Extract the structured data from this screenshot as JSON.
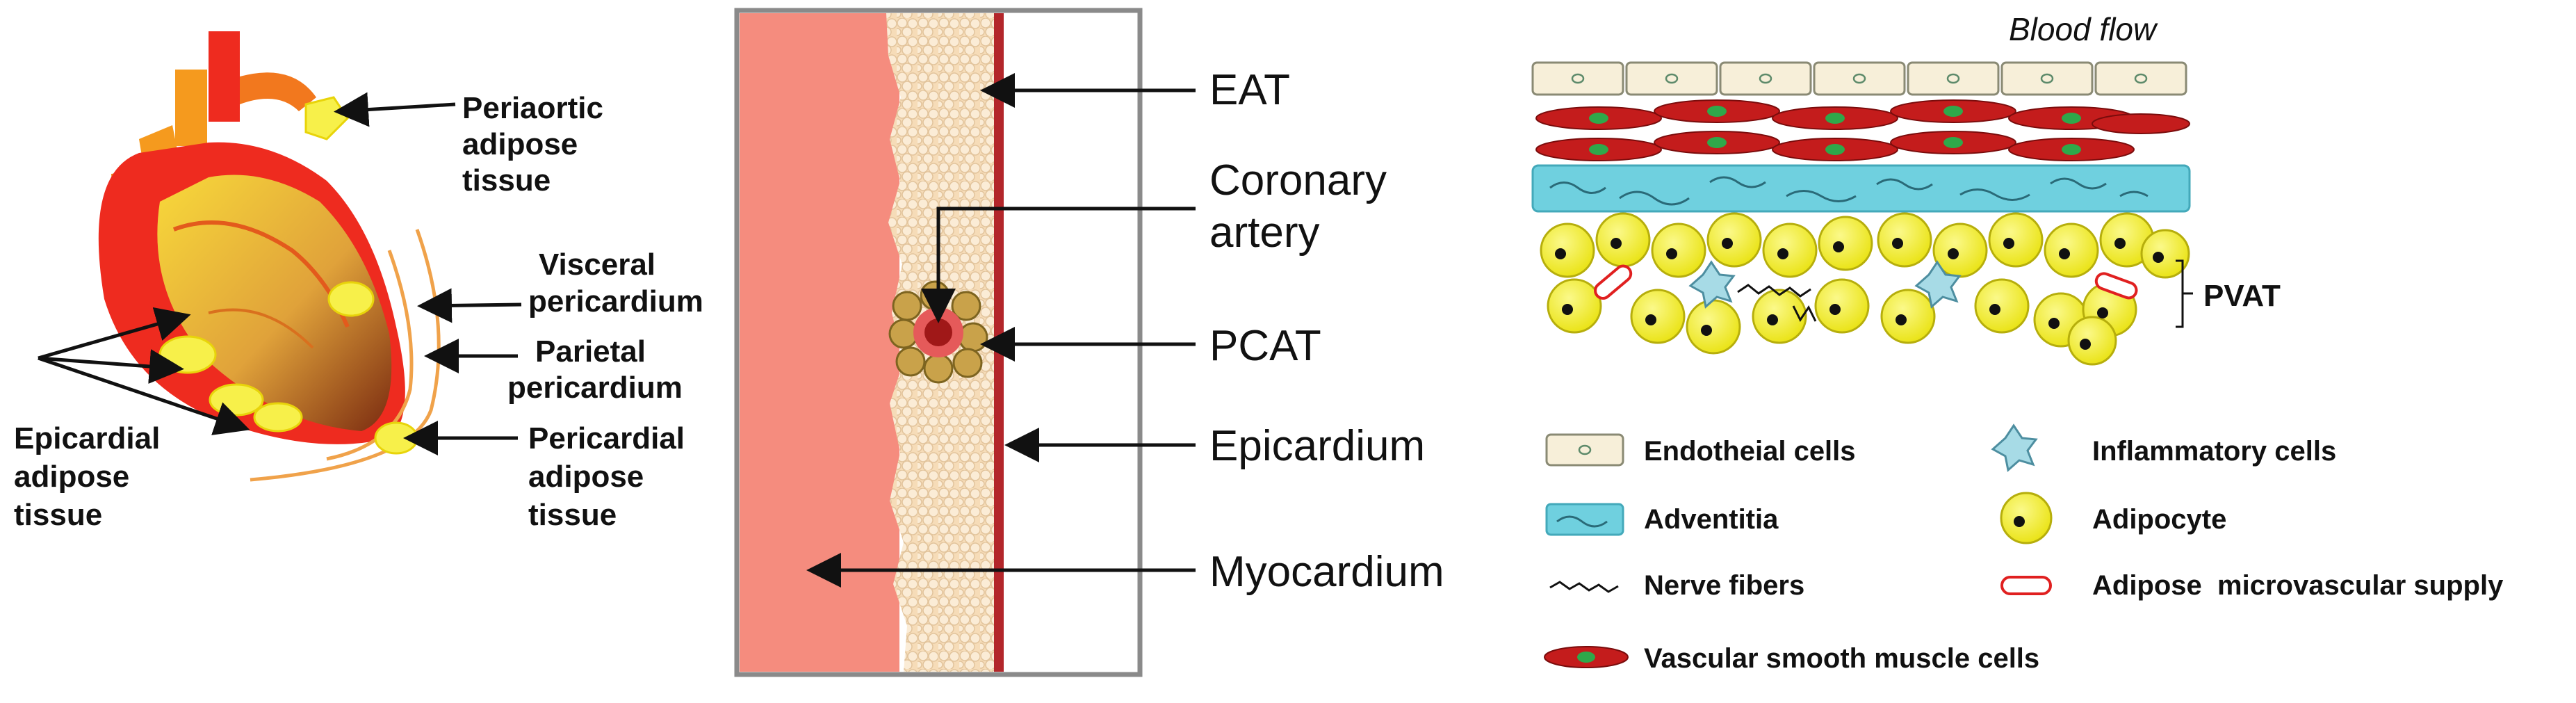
{
  "panel_a": {
    "labels": {
      "periaortic_1": "Periaortic",
      "periaortic_2": "adipose",
      "periaortic_3": "tissue",
      "visceral_1": "Visceral",
      "visceral_2": "pericardium",
      "parietal_1": "Parietal",
      "parietal_2": "pericardium",
      "pericardial_1": "Pericardial",
      "pericardial_2": "adipose",
      "pericardial_3": "tissue",
      "epicardial_1": "Epicardial",
      "epicardial_2": "adipose",
      "epicardial_3": "tissue"
    }
  },
  "panel_b": {
    "labels": {
      "eat": "EAT",
      "coronary_1": "Coronary",
      "coronary_2": "artery",
      "pcat": "PCAT",
      "epicardium": "Epicardium",
      "myocardium": "Myocardium"
    }
  },
  "panel_c": {
    "blood_flow": "Blood flow",
    "pvat": "PVAT",
    "legend": {
      "endothelial": "Endotheial cells",
      "adventitia": "Adventitia",
      "nerve": "Nerve fibers",
      "vsmc": "Vascular smooth muscle cells",
      "inflammatory": "Inflammatory cells",
      "adipocyte": "Adipocyte",
      "microvascular": "Adipose  microvascular supply"
    }
  },
  "colors": {
    "myocardium": "#f58c7e",
    "fat": "#f6dcb8",
    "epicardium": "#b3262a",
    "adipocyte": "#f2ee1f",
    "adventitia": "#6fd0df",
    "smooth_muscle": "#c41c1c",
    "heart_red": "#ee2b1f",
    "heart_orange": "#f59a1e"
  }
}
